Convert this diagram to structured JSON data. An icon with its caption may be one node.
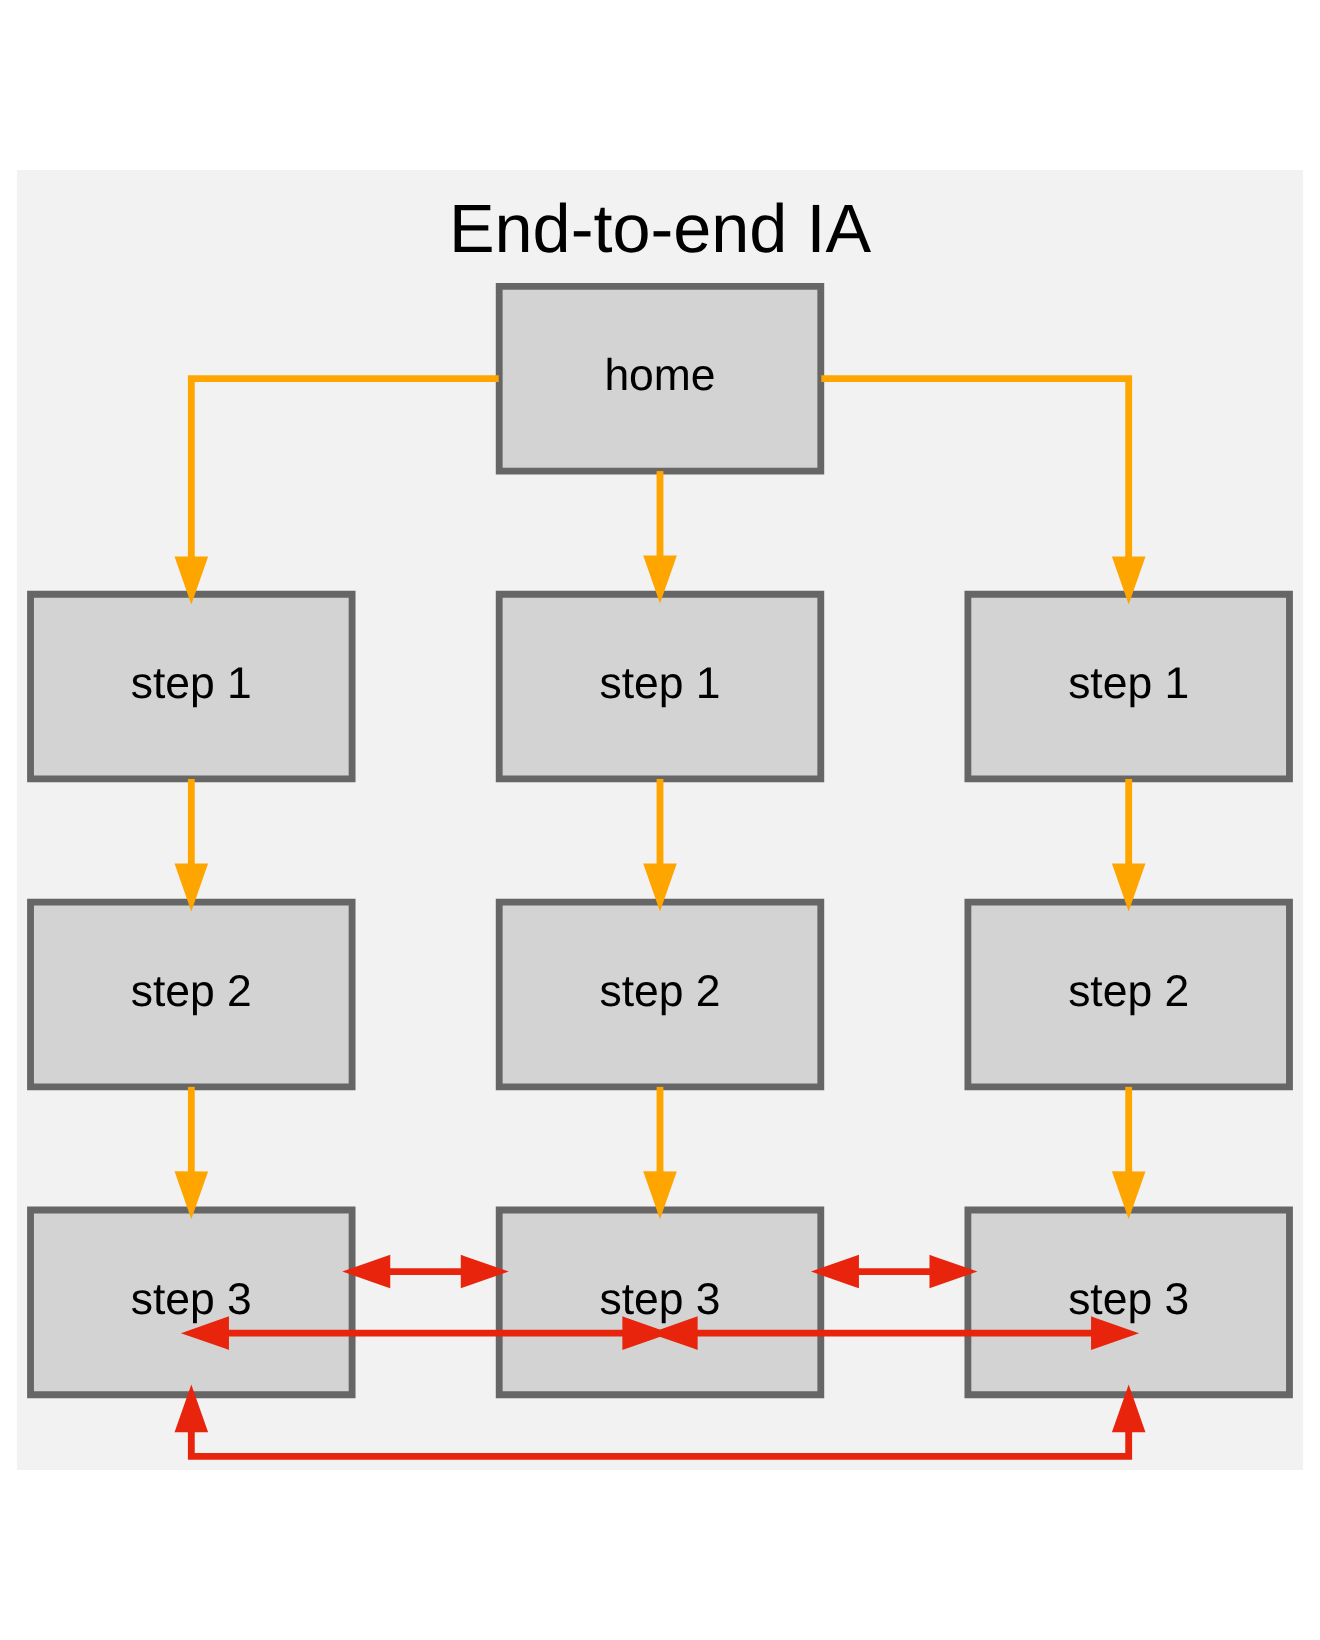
{
  "diagram": {
    "title": "End-to-end IA",
    "nodes": [
      {
        "text": [
          "home"
        ]
      },
      {
        "text": [
          "step 1"
        ]
      },
      {
        "text": [
          "step 1"
        ]
      },
      {
        "text": [
          "step 1"
        ]
      },
      {
        "text": [
          "step 2"
        ]
      },
      {
        "text": [
          "step 2"
        ]
      },
      {
        "text": [
          "step 2"
        ]
      },
      {
        "text": [
          "step 3"
        ]
      },
      {
        "text": [
          "step 3"
        ]
      },
      {
        "text": [
          "step 3"
        ]
      }
    ],
    "edges": [
      {
        "from": 0,
        "to": 1,
        "arrow": "to"
      },
      {
        "from": 0,
        "to": 2,
        "arrow": "to"
      },
      {
        "from": 0,
        "to": 3,
        "arrow": "to"
      },
      {
        "from": 1,
        "to": 4,
        "arrow": "to"
      },
      {
        "from": 2,
        "to": 5,
        "arrow": "to"
      },
      {
        "from": 3,
        "to": 6,
        "arrow": "to"
      },
      {
        "from": 4,
        "to": 7,
        "arrow": "to"
      },
      {
        "from": 5,
        "to": 8,
        "arrow": "to"
      },
      {
        "from": 6,
        "to": 9,
        "arrow": "to"
      },
      {
        "from": 7,
        "to": 8,
        "arrow": "both",
        "color": "#e8240c"
      },
      {
        "from": 8,
        "to": 9,
        "arrow": "both",
        "color": "#e8240c"
      },
      {
        "from": 7,
        "to": 8,
        "arrow": "both",
        "color": "#e8240c"
      },
      {
        "from": 8,
        "to": 9,
        "arrow": "both",
        "color": "#e8240c"
      },
      {
        "from": 7,
        "to": 9,
        "arrow": "both",
        "color": "#e8240c"
      }
    ]
  }
}
